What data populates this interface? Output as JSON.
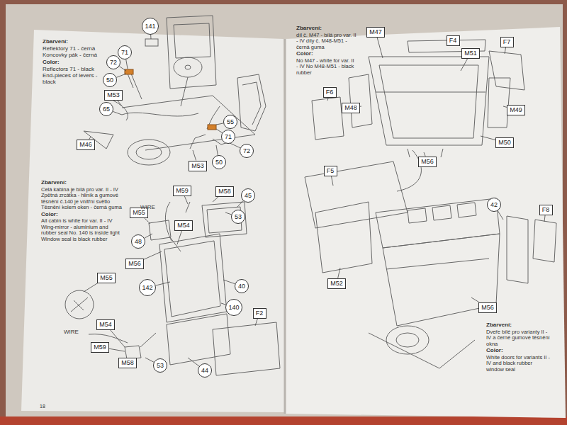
{
  "diagram": {
    "nodes": [
      {
        "text": [
          "141"
        ]
      },
      {
        "text": [
          "71"
        ]
      },
      {
        "text": [
          "72"
        ]
      },
      {
        "text": [
          "50"
        ]
      },
      {
        "text": [
          "M53"
        ]
      },
      {
        "text": [
          "65"
        ]
      },
      {
        "text": [
          "M46"
        ]
      },
      {
        "text": [
          "55"
        ]
      },
      {
        "text": [
          "71"
        ]
      },
      {
        "text": [
          "72"
        ]
      },
      {
        "text": [
          "M53"
        ]
      },
      {
        "text": [
          "50"
        ]
      },
      {
        "text": [
          "M59"
        ]
      },
      {
        "text": [
          "M58"
        ]
      },
      {
        "text": [
          "53"
        ]
      },
      {
        "text": [
          "45"
        ]
      },
      {
        "text": [
          "M55"
        ]
      },
      {
        "text": [
          "M54"
        ]
      },
      {
        "text": [
          "48"
        ]
      },
      {
        "text": [
          "M56"
        ]
      },
      {
        "text": [
          "M55"
        ]
      },
      {
        "text": [
          "142"
        ]
      },
      {
        "text": [
          "40"
        ]
      },
      {
        "text": [
          "140"
        ]
      },
      {
        "text": [
          "F2"
        ]
      },
      {
        "text": [
          "M54"
        ]
      },
      {
        "text": [
          "M59"
        ]
      },
      {
        "text": [
          "M58"
        ]
      },
      {
        "text": [
          "53"
        ]
      },
      {
        "text": [
          "44"
        ]
      },
      {
        "text": [
          "M47"
        ]
      },
      {
        "text": [
          "F4"
        ]
      },
      {
        "text": [
          "F7"
        ]
      },
      {
        "text": [
          "M51"
        ]
      },
      {
        "text": [
          "F6"
        ]
      },
      {
        "text": [
          "M48"
        ]
      },
      {
        "text": [
          "M49"
        ]
      },
      {
        "text": [
          "M50"
        ]
      },
      {
        "text": [
          "M56"
        ]
      },
      {
        "text": [
          "F5"
        ]
      },
      {
        "text": [
          "42"
        ]
      },
      {
        "text": [
          "F8"
        ]
      },
      {
        "text": [
          "M52"
        ]
      },
      {
        "text": [
          "M56"
        ]
      }
    ],
    "labels": [
      "Zbarvení:",
      "Reflektory 71 - černá Koncovky pák - černá",
      "Color:",
      "Reflectors 71 - black End-pieces of levers - black",
      "Zbarvení:",
      "Celá kabina je bílá pro var. II - IV Zpětná zrcátka - hliník a gumové těsnění č.140 je vnitřní světlo Těsnění kolem oken - černá guma",
      "Color:",
      "All cabin is white for var. II - IV Wing-mirror - aluminium and rubber seal No. 140 is inside light Window seal is black rubber",
      "WIRE",
      "WIRE",
      "18",
      "Zbarvení:",
      "díl č. M47 - bílá pro var. II - IV díly č. M48-M51 - černá guma",
      "Color:",
      "No M47 - white for var. II - IV No M48-M51 - black rubber",
      "Zbarvení:",
      "Dveře bílé pro varianty II - IV a černé gumové těsnění okna",
      "Color:",
      "White doors for variants II - IV and black rubber window seal"
    ]
  }
}
